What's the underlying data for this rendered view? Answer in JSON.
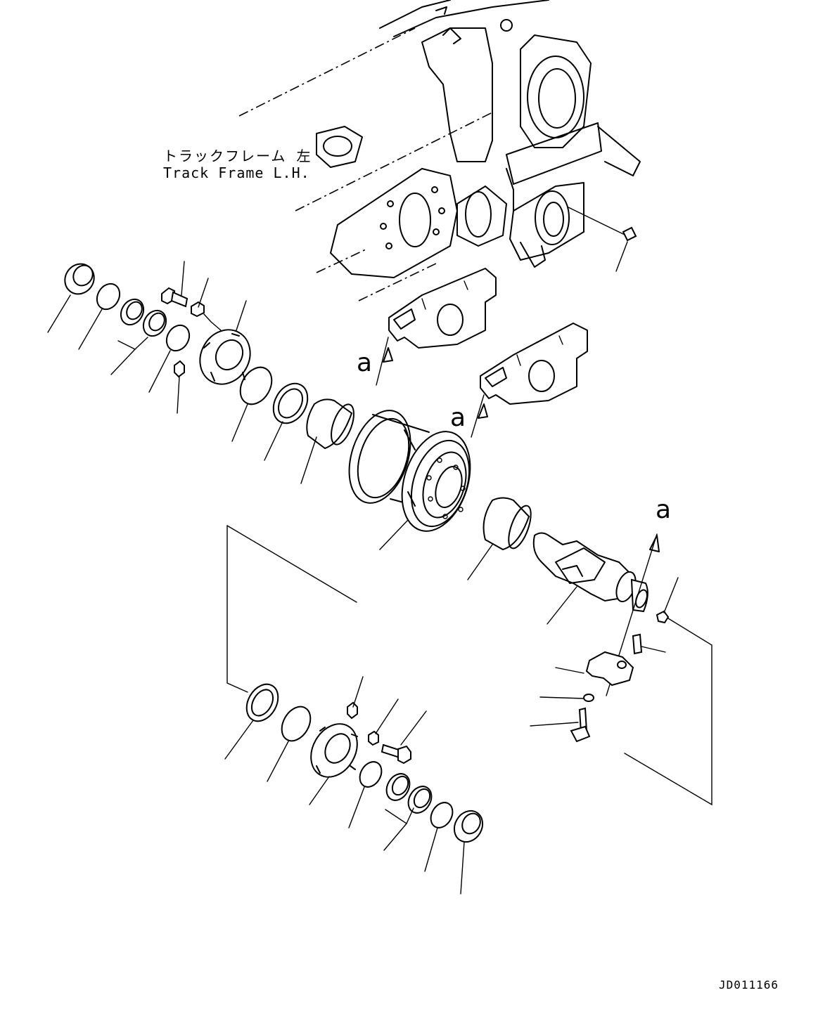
{
  "frame_label": {
    "japanese": "トラックフレーム 左",
    "english": "Track Frame L.H."
  },
  "reference_marks": {
    "mark_1": "a",
    "mark_2": "a",
    "mark_3": "a"
  },
  "drawing_code": "JD011166"
}
